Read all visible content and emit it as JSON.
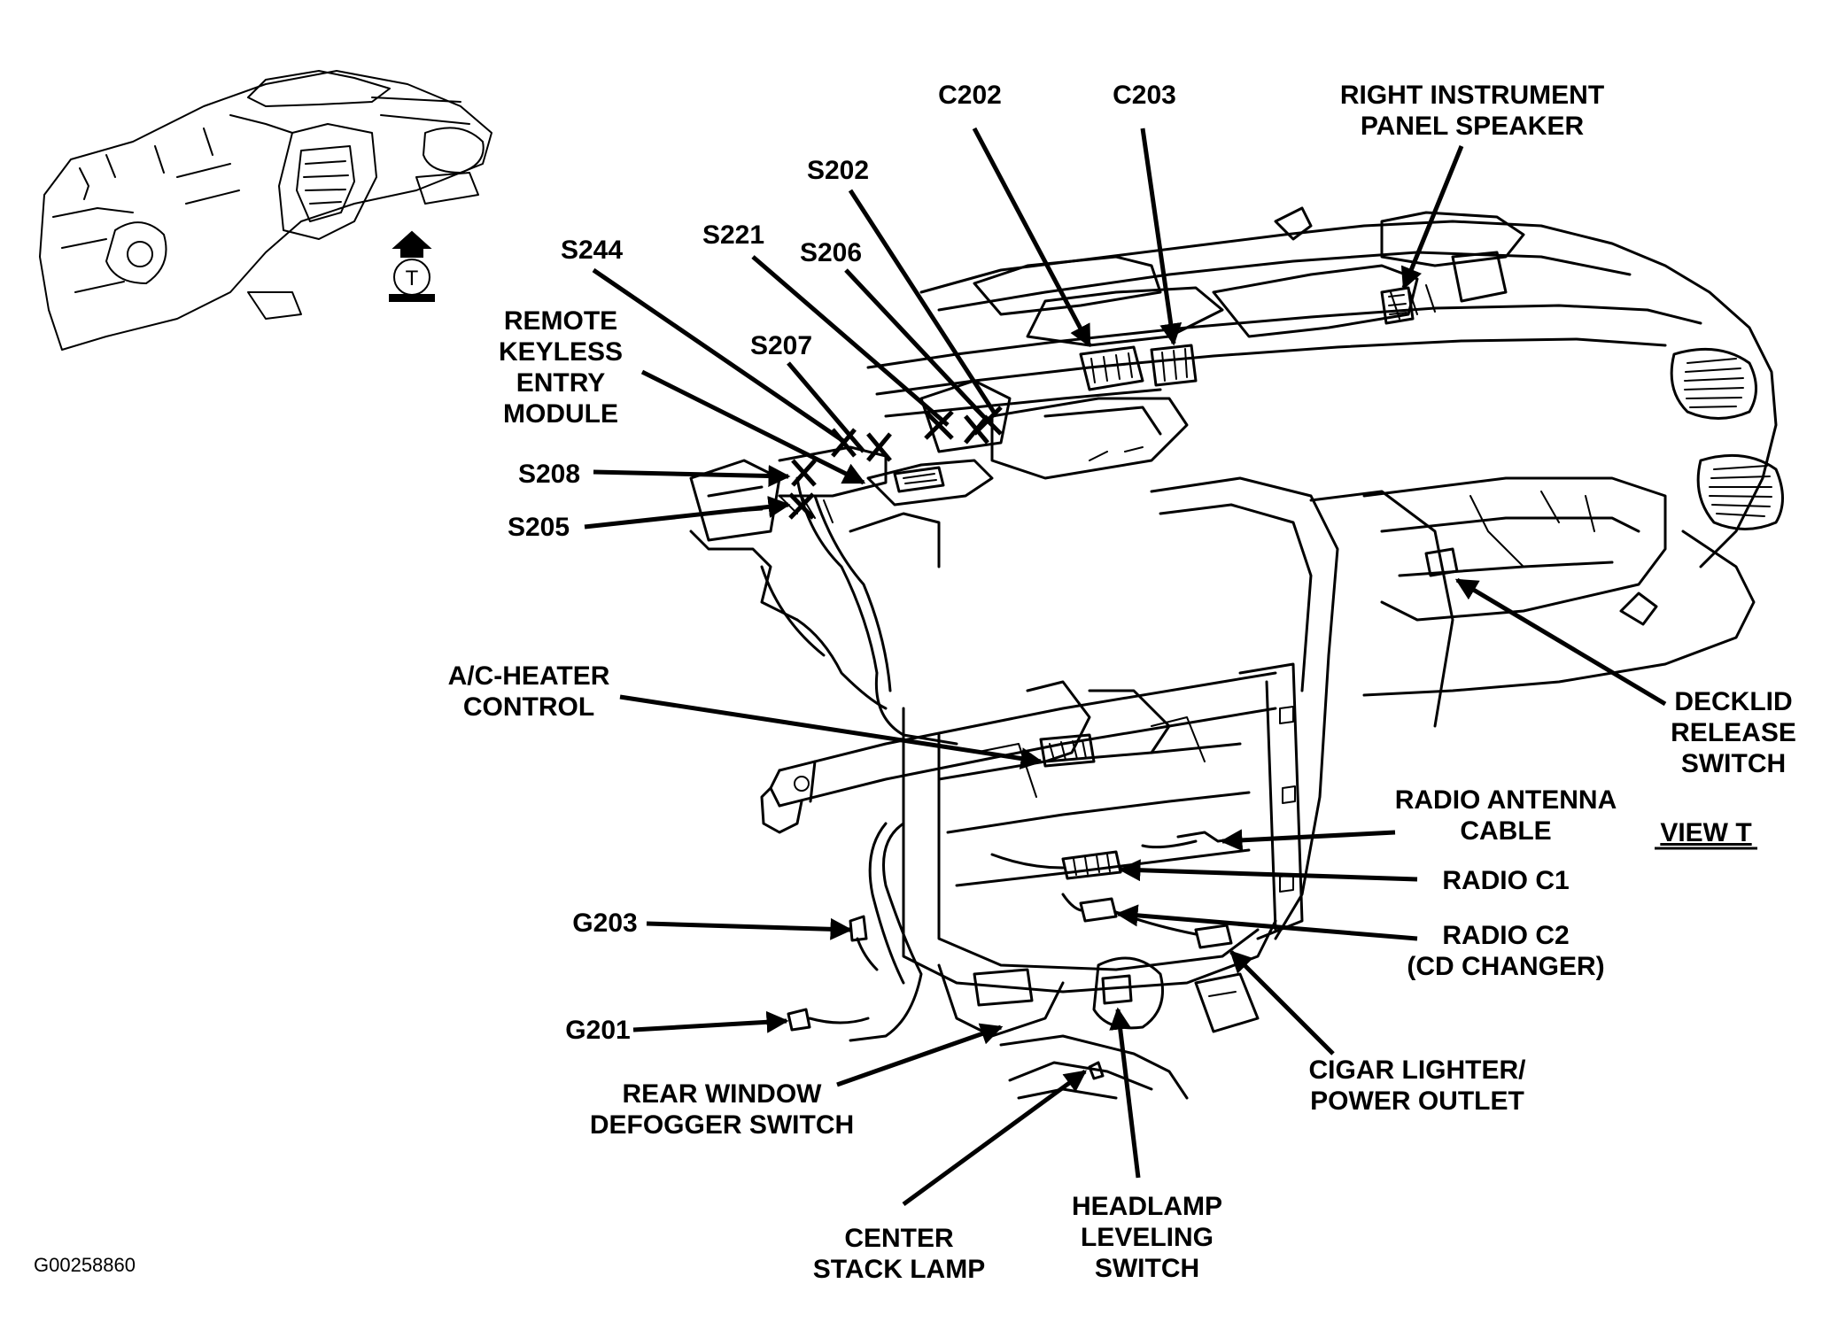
{
  "figure_id": "G00258860",
  "view_label": "VIEW T",
  "locator_symbol": "T",
  "callouts": {
    "c202": [
      "C202"
    ],
    "c203": [
      "C203"
    ],
    "right_speaker": [
      "RIGHT INSTRUMENT",
      "PANEL SPEAKER"
    ],
    "s202": [
      "S202"
    ],
    "s221": [
      "S221"
    ],
    "s206": [
      "S206"
    ],
    "s244": [
      "S244"
    ],
    "s207": [
      "S207"
    ],
    "remote_keyless": [
      "REMOTE",
      "KEYLESS",
      "ENTRY",
      "MODULE"
    ],
    "s208": [
      "S208"
    ],
    "s205": [
      "S205"
    ],
    "ac_heater": [
      "A/C-HEATER",
      "CONTROL"
    ],
    "decklid": [
      "DECKLID",
      "RELEASE",
      "SWITCH"
    ],
    "radio_antenna": [
      "RADIO ANTENNA",
      "CABLE"
    ],
    "radio_c1": [
      "RADIO C1"
    ],
    "radio_c2": [
      "RADIO C2",
      "(CD CHANGER)"
    ],
    "g203": [
      "G203"
    ],
    "g201": [
      "G201"
    ],
    "rear_defogger": [
      "REAR WINDOW",
      "DEFOGGER SWITCH"
    ],
    "cigar_lighter": [
      "CIGAR LIGHTER/",
      "POWER OUTLET"
    ],
    "center_stack": [
      "CENTER",
      "STACK LAMP"
    ],
    "headlamp_leveling": [
      "HEADLAMP",
      "LEVELING",
      "SWITCH"
    ]
  }
}
